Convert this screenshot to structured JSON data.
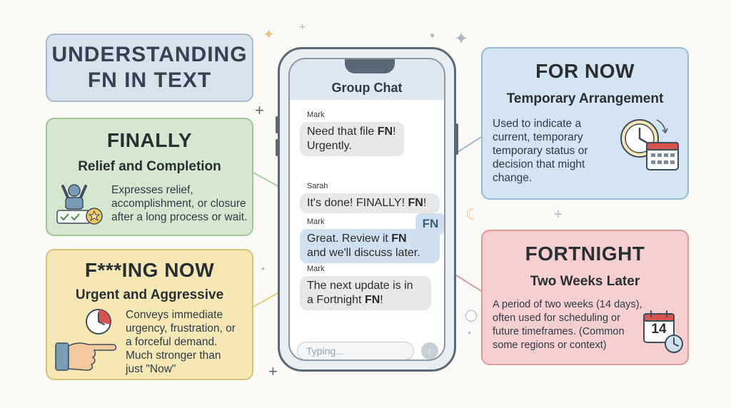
{
  "title": {
    "line1": "UNDERSTANDING",
    "line2": "FN IN TEXT"
  },
  "finally": {
    "heading": "FINALLY",
    "subheading": "Relief and Completion",
    "lines": [
      "Expresses relief,",
      "accomplishment, or closure",
      "after a long process or wait."
    ]
  },
  "fing": {
    "heading": "F***ING NOW",
    "subheading": "Urgent and Aggressive",
    "lines": [
      "Conveys immediate",
      "urgency, frustration, or",
      "a forceful demand.",
      "Much stronger than",
      "just \"Now\""
    ]
  },
  "fornow": {
    "heading": "FOR NOW",
    "subheading": "Temporary Arrangement",
    "lines": [
      "Used to indicate a",
      "current, temporary",
      "temporary status or",
      "decision that might",
      "change."
    ]
  },
  "fortnight": {
    "heading": "FORTNIGHT",
    "subheading": "Two Weeks Later",
    "lines": [
      "A period of two weeks (14 days),",
      "often used for scheduling or",
      "future timeframes. (Common",
      "some regions or context)"
    ],
    "calendar_day": "14"
  },
  "phone": {
    "header": "Group Chat",
    "fn_label": "FN",
    "typing_placeholder": "Typing...",
    "messages": [
      {
        "sender": "Mark",
        "line1": "Need that file ",
        "bold1": "FN",
        "rest1": "!",
        "line2": "Urgently."
      },
      {
        "sender": "Sarah",
        "line1": "It's done! FINALLY! ",
        "bold1": "FN",
        "rest1": "!"
      },
      {
        "sender": "Mark",
        "line1": "Great. Review it ",
        "bold1": "FN",
        "rest1": "",
        "line2": "and we'll discuss later."
      },
      {
        "sender": "Mark",
        "line1": "The next update is in",
        "line2a": "a Fortnight ",
        "bold2": "FN",
        "rest2": "!"
      }
    ]
  },
  "colors": {
    "green_card": "#d4e8cf",
    "yellow_card": "#f6e8b4",
    "blue_card": "#d3e4f2",
    "pink_card": "#f6d0d0",
    "title_card": "#d6e3ee"
  }
}
